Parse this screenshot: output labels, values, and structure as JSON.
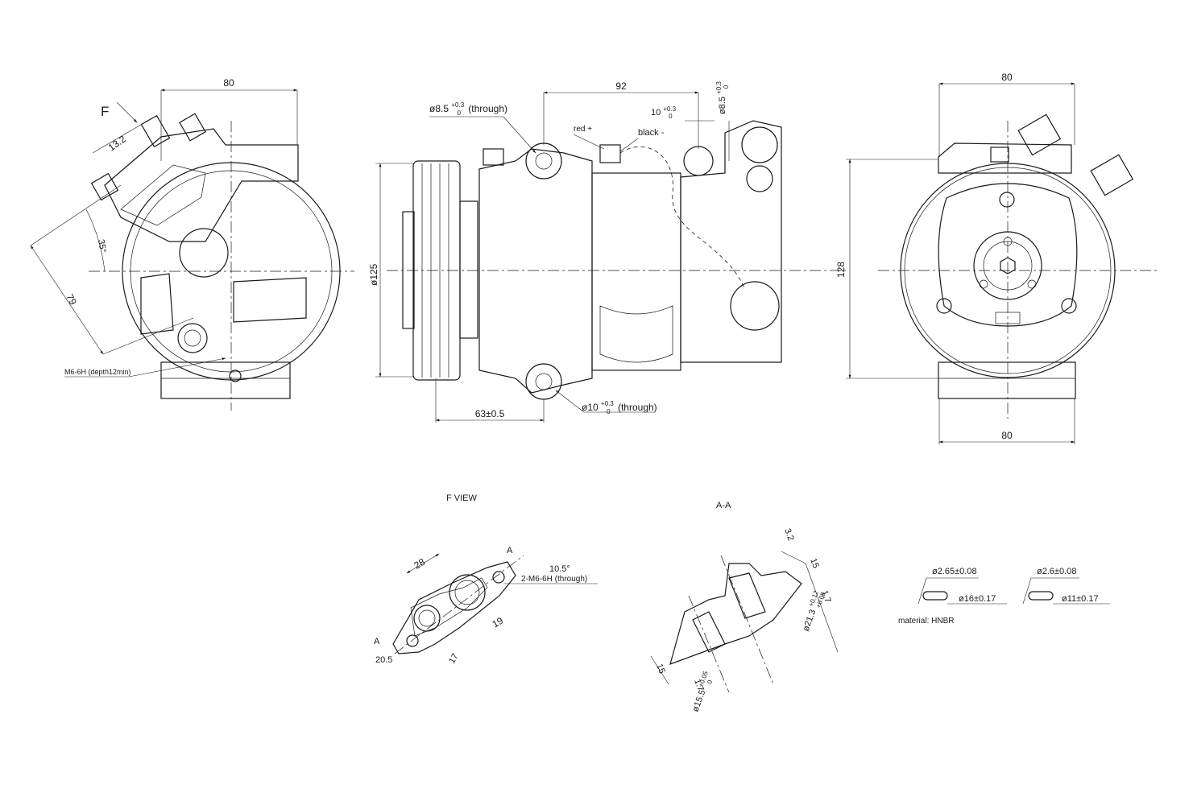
{
  "side_view": {
    "dim_width": "80",
    "dim_angle_leg": "13.2",
    "view_arrow": "F",
    "dim_angle": "35°",
    "dim_length": "79",
    "thread_note": "M6-6H (depth12min)"
  },
  "front_view": {
    "dim_92": "92",
    "hole_top": "ø8.5",
    "hole_top_tol_upper": "+0.3",
    "hole_top_tol_lower": "0",
    "hole_top_note": "(through)",
    "dim_10": "10",
    "dim_10_tol_upper": "+0.3",
    "dim_10_tol_lower": "0",
    "dim_85_vert": "ø8.5",
    "dim_85_tol_upper": "+0.3",
    "dim_85_tol_lower": "0",
    "wire_red": "red +",
    "wire_black": "black -",
    "dim_125": "ø125",
    "dim_63": "63±0.5",
    "hole_bottom": "ø10",
    "hole_bottom_tol_upper": "+0.3",
    "hole_bottom_tol_lower": "0",
    "hole_bottom_note": "(through)"
  },
  "rear_view": {
    "dim_top": "80",
    "dim_128": "128",
    "dim_bottom": "80"
  },
  "f_view": {
    "title": "F VIEW",
    "dim_28": "28",
    "label_a_top": "A",
    "dim_angle": "10.5°",
    "thread": "2-M6-6H (through)",
    "dim_19": "19",
    "label_a_bottom": "A",
    "dim_20_5": "20.5",
    "dim_17": "17"
  },
  "section_aa": {
    "title": "A-A",
    "dim_3_2": "3.2",
    "dim_15_top": "15",
    "dim_1_7_right": "1.7",
    "dim_21_3": "ø21.3",
    "dim_21_3_tol_upper": "+0.12",
    "dim_21_3_tol_lower": "+0.05",
    "dim_15_left": "15",
    "dim_1_7_bottom": "1.7",
    "dim_15_5": "ø15.5",
    "dim_15_5_tol_upper": "+0.05",
    "dim_15_5_tol_lower": "0"
  },
  "orings": {
    "ring1_section": "ø2.65±0.08",
    "ring1_id": "ø16±0.17",
    "material": "material: HNBR",
    "ring2_section": "ø2.6±0.08",
    "ring2_id": "ø11±0.17"
  }
}
